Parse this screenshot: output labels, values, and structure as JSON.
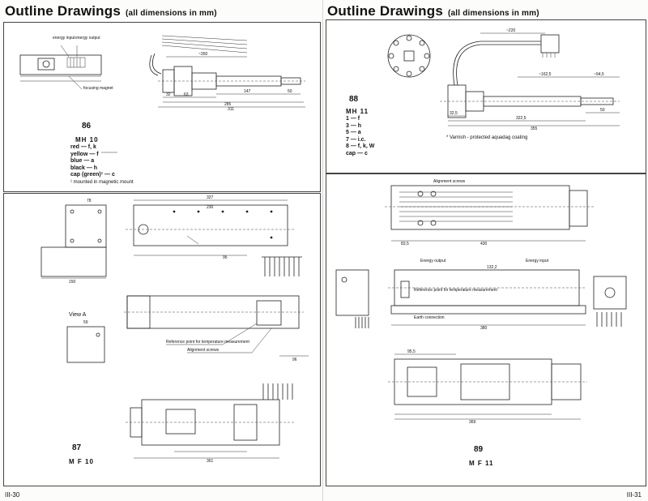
{
  "left": {
    "title": "Outline Drawings",
    "title_sub": "(all dimensions in mm)",
    "page_no": "III-30",
    "fig86": {
      "number": "86",
      "model": "MH 10",
      "legend": [
        "red — f, k",
        "yellow — f",
        "blue — a",
        "black — h",
        "cap (green)¹ — c"
      ],
      "footnote": "¹ mounted in magnetic mount",
      "labels": {
        "energy_input": "energy input",
        "energy_output": "energy output",
        "focusing_magnet": "focusing magnet",
        "d1": "~350",
        "d2": "285",
        "d3": "311",
        "d4": "147",
        "d5": "63",
        "d6": "32",
        "d7": "50"
      }
    },
    "fig87": {
      "number": "87",
      "model": "M F 10",
      "view_a": "View A",
      "ref_point": "Reference point for temperature measurement",
      "align_screws": "Alignment screws",
      "labels": {
        "d1": "327",
        "d2": "230",
        "d3": "78",
        "d4": "150",
        "d5": "95",
        "d6": "59",
        "d7": "96",
        "d8": "361"
      }
    }
  },
  "right": {
    "title": "Outline Drawings",
    "title_sub": "(all dimensions in mm)",
    "page_no": "III-31",
    "fig88": {
      "number": "88",
      "model": "MH 11",
      "legend": [
        "1 — f",
        "3 — h",
        "5 — a",
        "7 — i.c.",
        "8 — f, k, W",
        "cap — c"
      ],
      "footnote": "* Varnish - protected aquadag coating",
      "labels": {
        "d1": "~220",
        "d2": "~94,5",
        "d3": "~162,5",
        "d4": "322,5",
        "d5": "355",
        "d6": "32,5",
        "d7": "50"
      }
    },
    "fig89": {
      "number": "89",
      "model": "M F 11",
      "align_screws": "Alignment screws",
      "energy_output": "Energy output",
      "energy_input": "Energy input",
      "ref_point": "Reference point for temperature measurement",
      "earth": "Earth connection",
      "labels": {
        "d1": "430",
        "d2": "380",
        "d3": "132,2",
        "d4": "83,5",
        "d5": "95,5",
        "d6": "369"
      }
    }
  }
}
